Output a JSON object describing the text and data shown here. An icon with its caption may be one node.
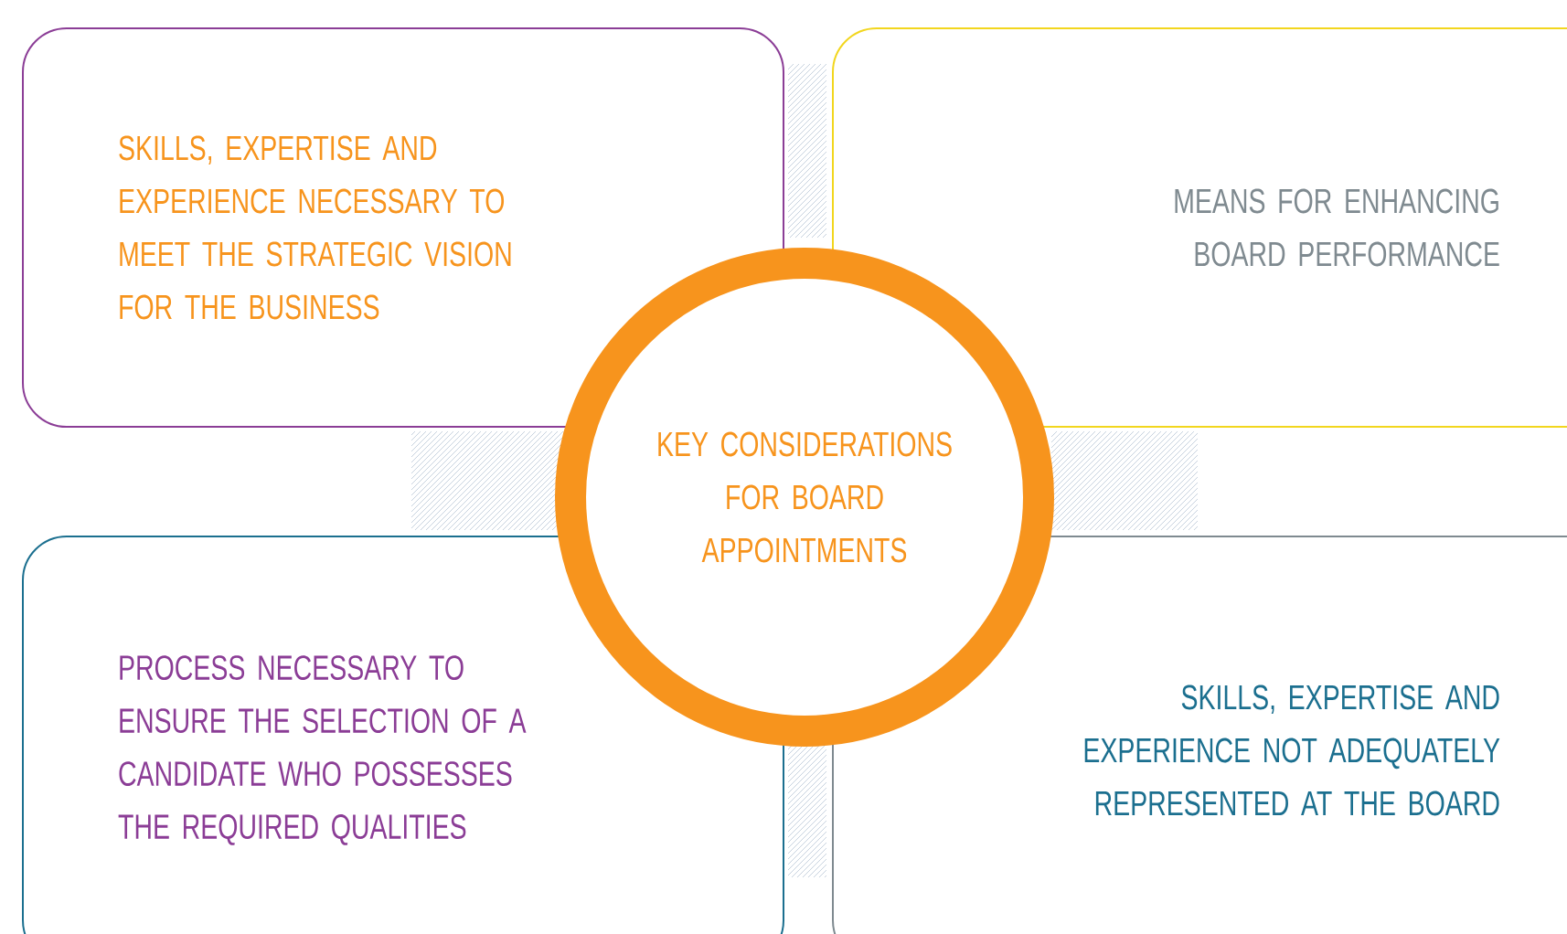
{
  "diagram": {
    "nodes": [
      {
        "text": [
          "SKILLS, EXPERTISE AND EXPERIENCE NECESSARY TO MEET THE STRATEGIC VISION FOR THE BUSINESS"
        ]
      },
      {
        "text": [
          "MEANS FOR ENHANCING BOARD PERFORMANCE"
        ]
      },
      {
        "text": [
          "KEY CONSIDERATIONS FOR BOARD APPOINTMENTS"
        ]
      },
      {
        "text": [
          "PROCESS NECESSARY TO ENSURE THE SELECTION OF A CANDIDATE WHO POSSESSES THE REQUIRED QUALITIES"
        ]
      },
      {
        "text": [
          "SKILLS, EXPERTISE AND EXPERIENCE NOT ADEQUATELY REPRESENTED AT THE BOARD"
        ]
      }
    ]
  }
}
